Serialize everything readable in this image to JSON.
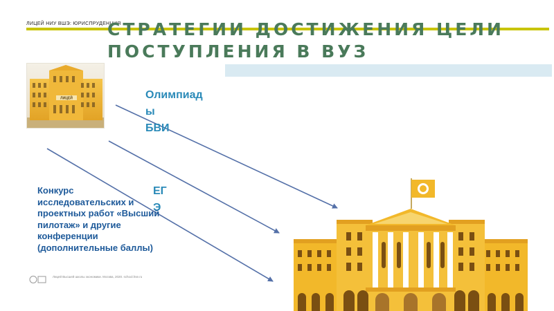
{
  "header": {
    "label": "ЛИЦЕЙ НИУ ВШЭ: ЮРИСПРУДЕНЦИЯ",
    "title_line1": "СТРАТЕГИИ ДОСТИЖЕНИЯ ЦЕЛИ",
    "title_line2": "ПОСТУПЛЕНИЯ В ВУЗ"
  },
  "photo": {
    "sign_text": "ЛИЦЕЙ"
  },
  "paths": [
    {
      "label": "Олимпиад\nы\n БВИ"
    },
    {
      "label": "ЕГ\nЭ"
    },
    {
      "label": "Конкурс исследовательских и проектных работ «Высший пилотаж» и другие конференции (дополнительные баллы)"
    }
  ],
  "footer": {
    "text": "Лицей Высшей школы экономики. Москва, 2020. school.hse.ru"
  },
  "colors": {
    "title": "#4a7a5a",
    "rule": "#c8c400",
    "accent_bar": "#d9eaf2",
    "arrow": "#5470a8",
    "label_blue": "#2a8ab8",
    "contest_blue": "#1e5a9a",
    "building_yellow": "#f2b82a"
  },
  "icons": [
    "university-building-icon",
    "flag-icon",
    "arrow-icon"
  ]
}
